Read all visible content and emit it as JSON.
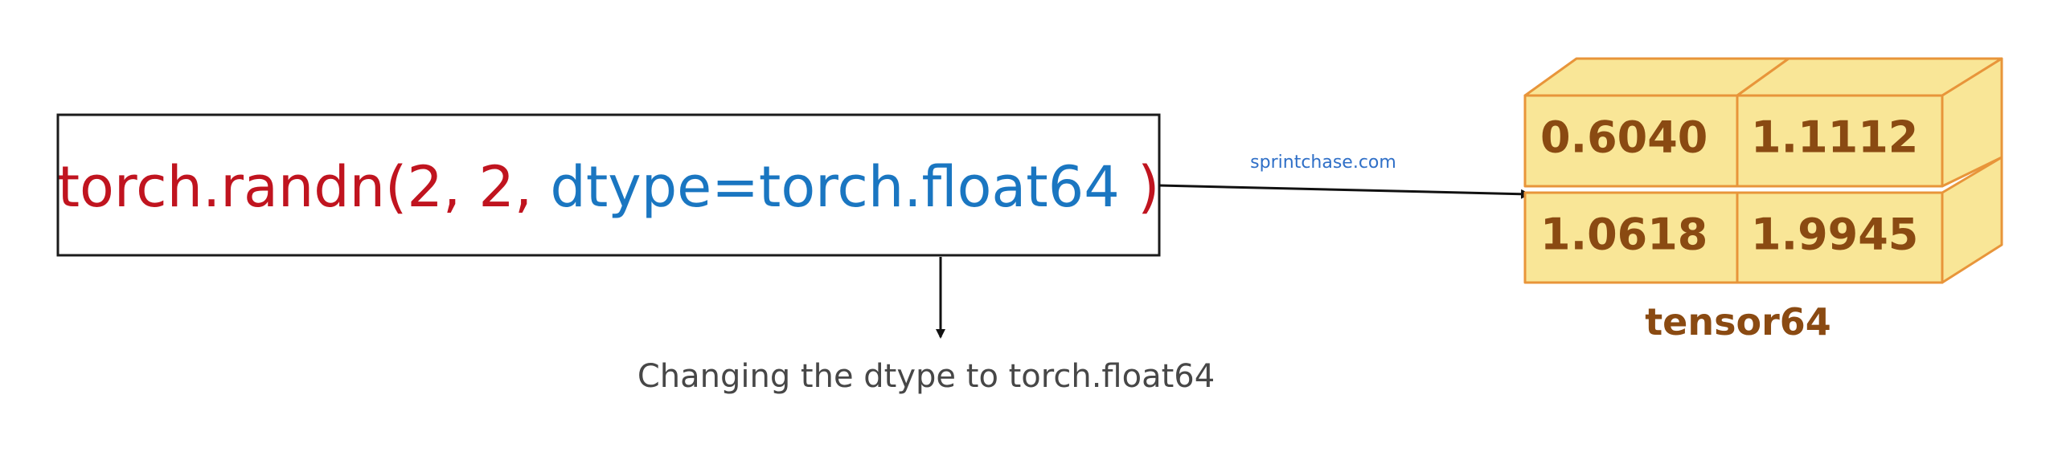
{
  "code": {
    "part_call": "torch.randn(2, 2, ",
    "part_dtype": "dtype=torch.float64",
    "part_close": ")"
  },
  "caption": "Changing the dtype to torch.float64",
  "watermark": "sprintchase.com",
  "tensor": {
    "label": "tensor64",
    "cells": [
      [
        "0.6040",
        "1.1112"
      ],
      [
        "1.0618",
        "1.9945"
      ]
    ]
  },
  "colors": {
    "code_red": "#c0141f",
    "code_blue": "#1a76c1",
    "cube_fill": "#f9e697",
    "cube_stroke": "#e8953a",
    "cube_text": "#8a4a12"
  }
}
